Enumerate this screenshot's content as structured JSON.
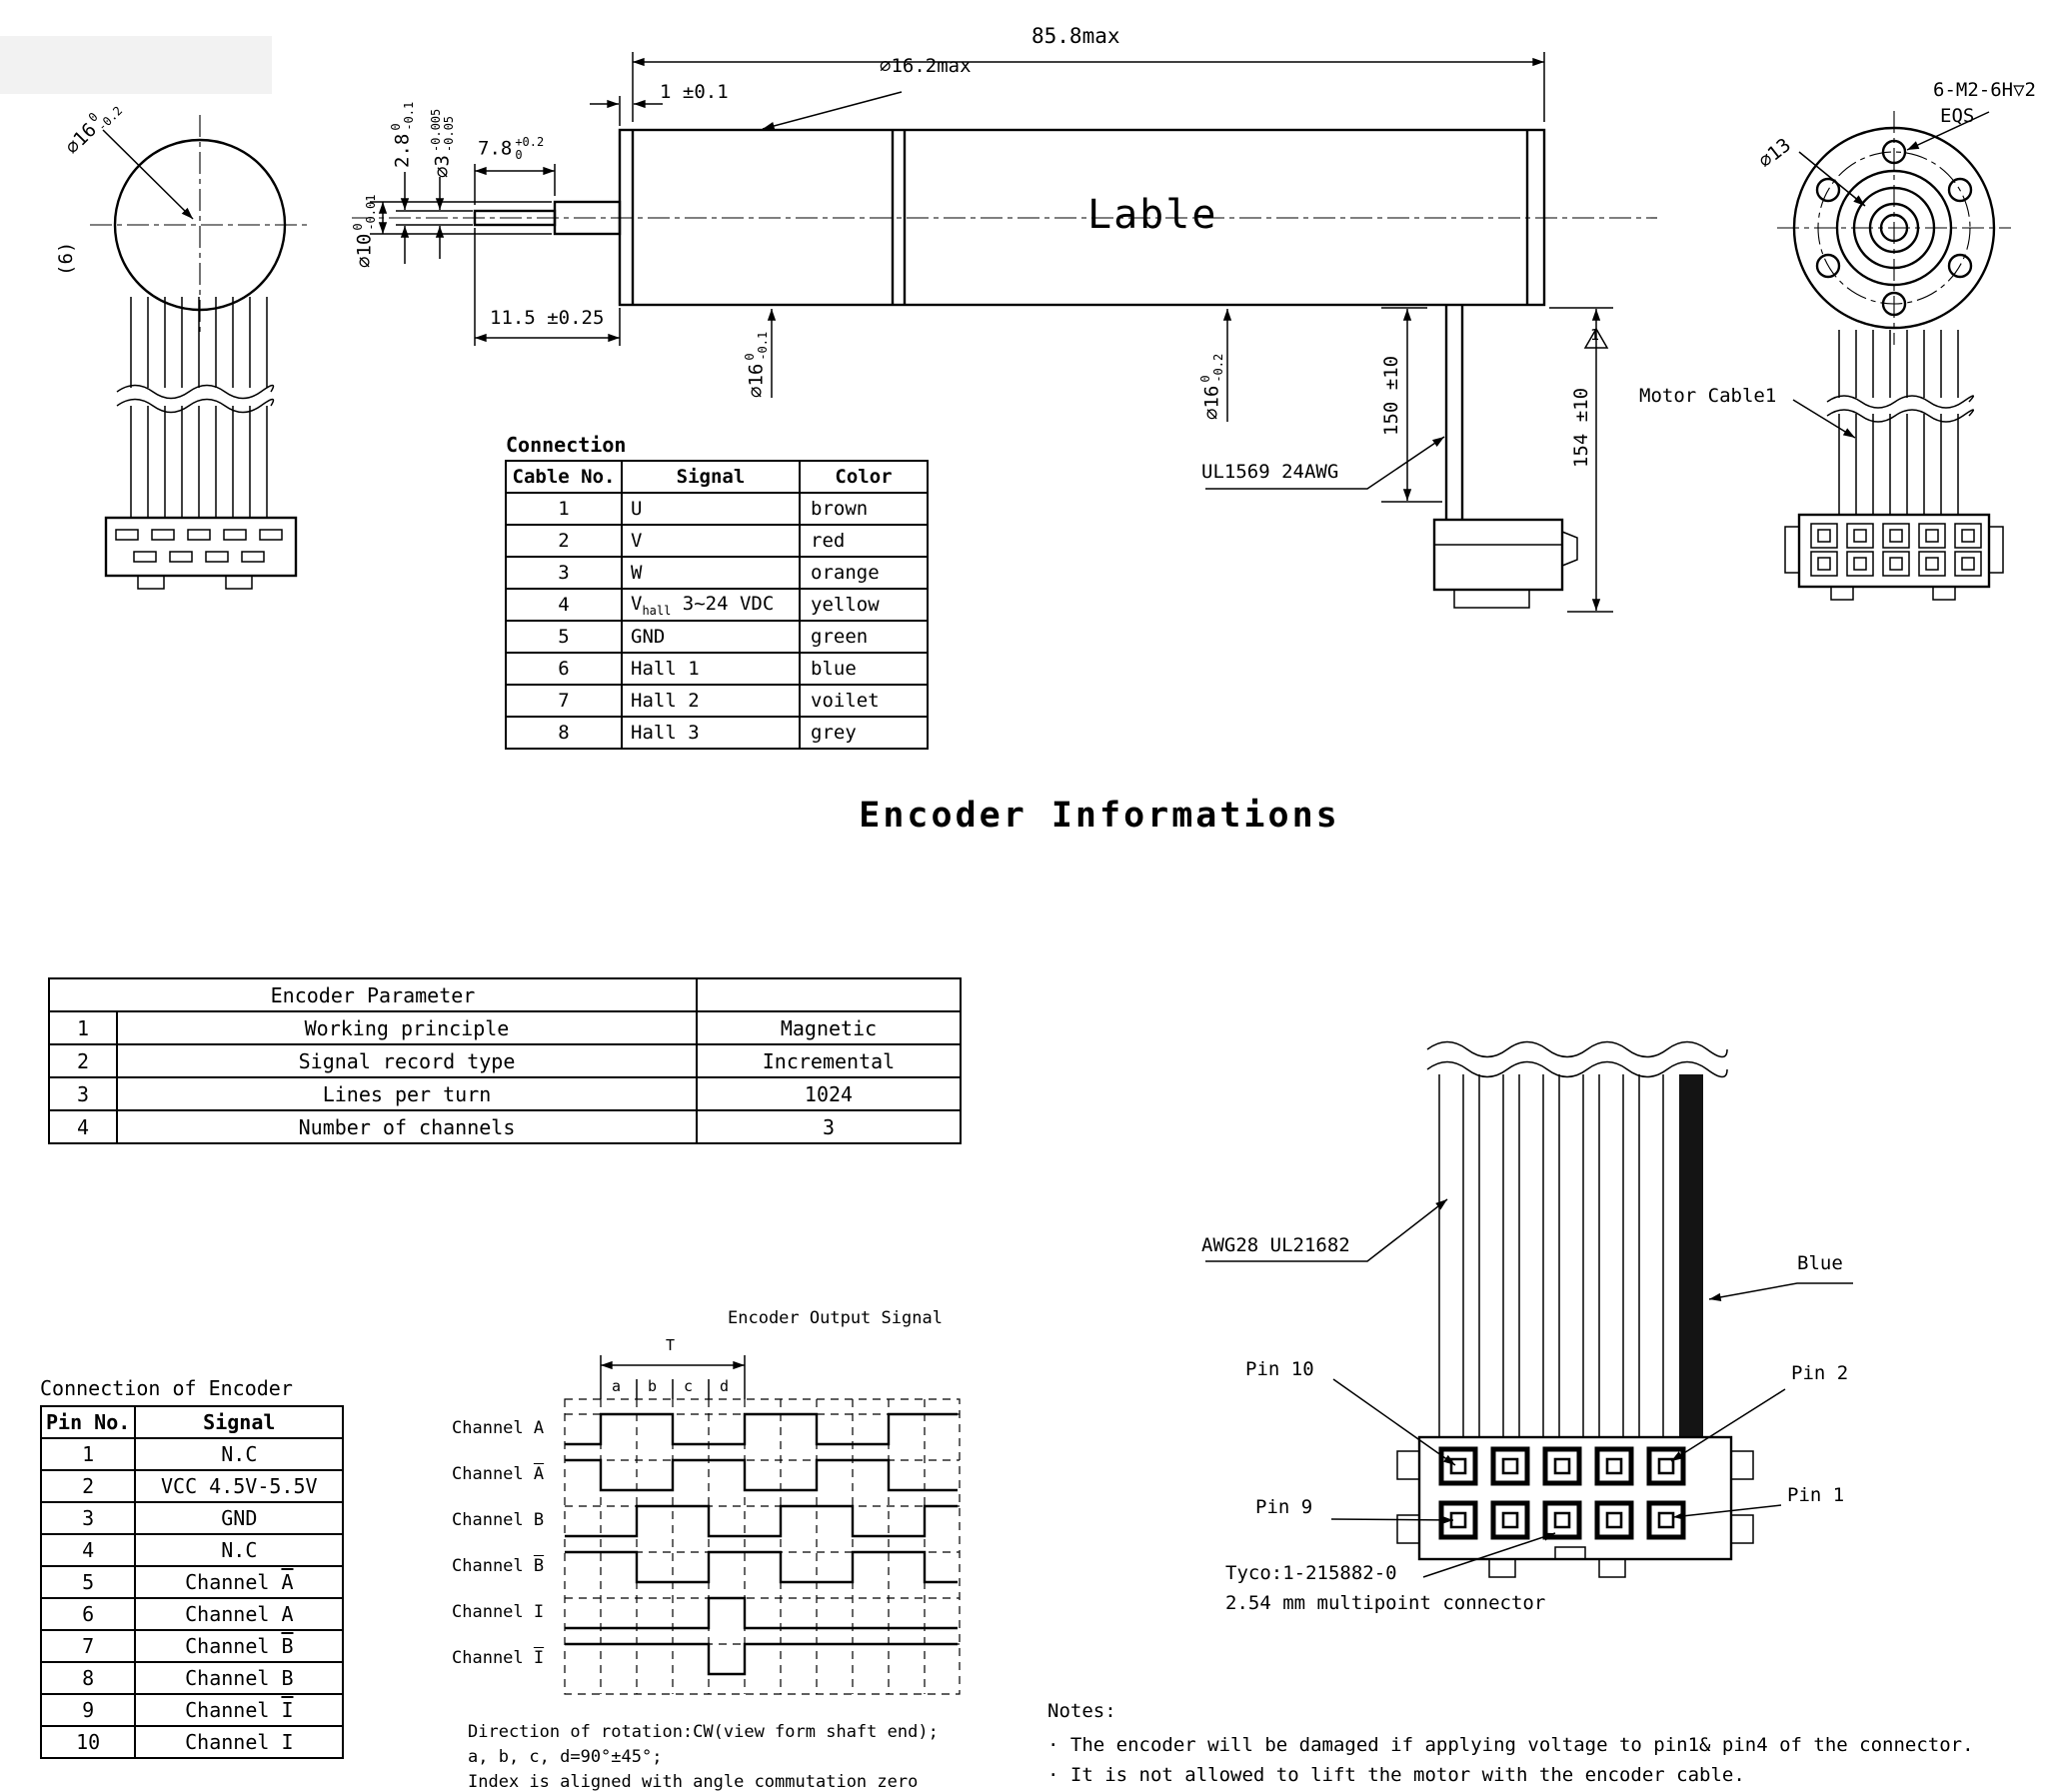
{
  "heading": "Encoder Informations",
  "drawing": {
    "front": {
      "d16": {
        "main": "∅16",
        "sup": "0",
        "sub": "-0.2"
      },
      "d6": "(6)"
    },
    "side": {
      "lable": "Lable",
      "d858": "85.8max",
      "d1": "1 ±0.1",
      "d162": "∅16.2max",
      "d78": {
        "main": "7.8",
        "sup": "+0.2",
        "sub": "0"
      },
      "d28": {
        "main": "2.8",
        "sup": "0",
        "sub": "-0.1"
      },
      "d3": {
        "main": "∅3",
        "sup": "-0.005",
        "sub": "-0.05"
      },
      "d10": {
        "main": "∅10",
        "sup": "0",
        "sub": "-0.01"
      },
      "d115": "11.5 ±0.25",
      "d16a": {
        "main": "∅16",
        "sup": "0",
        "sub": "-0.1"
      },
      "d16b": {
        "main": "∅16",
        "sup": "0",
        "sub": "-0.2"
      },
      "d150": "150 ±10",
      "d154": "154 ±10",
      "flag1": "1",
      "ul": "UL1569 24AWG"
    },
    "rear": {
      "d13": "∅13",
      "m2": "6-M2-6H▽2",
      "eqs": "EQS",
      "motor_cable": "Motor Cable1"
    }
  },
  "tables": {
    "connection": {
      "title": "Connection",
      "headers": [
        "Cable No.",
        "Signal",
        "Color"
      ],
      "rows": [
        [
          "1",
          "U",
          "brown"
        ],
        [
          "2",
          "V",
          "red"
        ],
        [
          "3",
          "W",
          "orange"
        ],
        [
          "4",
          {
            "t": "V",
            "sub": "hall",
            "after": " 3~24 VDC"
          },
          "yellow"
        ],
        [
          "5",
          "GND",
          "green"
        ],
        [
          "6",
          "Hall 1",
          "blue"
        ],
        [
          "7",
          "Hall 2",
          "voilet"
        ],
        [
          "8",
          "Hall 3",
          "grey"
        ]
      ]
    },
    "encoder_parameter": {
      "title": "Encoder Parameter",
      "rows": [
        [
          "1",
          "Working principle",
          "Magnetic"
        ],
        [
          "2",
          "Signal record type",
          "Incremental"
        ],
        [
          "3",
          "Lines per turn",
          "1024"
        ],
        [
          "4",
          "Number of channels",
          "3"
        ]
      ]
    },
    "encoder_pins": {
      "title": "Connection of Encoder",
      "headers": [
        "Pin No.",
        "Signal"
      ],
      "rows": [
        [
          "1",
          "N.C"
        ],
        [
          "2",
          "VCC 4.5V-5.5V"
        ],
        [
          "3",
          "GND"
        ],
        [
          "4",
          "N.C"
        ],
        [
          "5",
          {
            "t": "Channel ",
            "over": "A"
          }
        ],
        [
          "6",
          "Channel A"
        ],
        [
          "7",
          {
            "t": "Channel ",
            "over": "B"
          }
        ],
        [
          "8",
          "Channel B"
        ],
        [
          "9",
          {
            "t": "Channel ",
            "over": "I"
          }
        ],
        [
          "10",
          "Channel I"
        ]
      ]
    }
  },
  "waveform": {
    "title": "Encoder Output Signal",
    "t_label": "T",
    "quarters": [
      "a",
      "b",
      "c",
      "d"
    ],
    "channels": [
      {
        "t": "Channel A",
        "over": ""
      },
      {
        "t": "Channel ",
        "over": "A"
      },
      {
        "t": "Channel B",
        "over": ""
      },
      {
        "t": "Channel ",
        "over": "B"
      },
      {
        "t": "Channel I",
        "over": ""
      },
      {
        "t": "Channel ",
        "over": "I"
      }
    ],
    "notes": [
      "Direction of rotation:CW(view form shaft end);",
      "a, b, c, d=90°±45°;",
      "Index is aligned with angle commutation zero"
    ]
  },
  "connector": {
    "awg": "AWG28 UL21682",
    "blue": "Blue",
    "pin10": "Pin 10",
    "pin2": "Pin 2",
    "pin9": "Pin 9",
    "pin1": "Pin 1",
    "tyco": "Tyco:1-215882-0",
    "pitch": "2.54 mm multipoint connector"
  },
  "notes": {
    "title": "Notes:",
    "items": [
      "· The encoder will be damaged if applying voltage to pin1& pin4 of the connector.",
      "· It is not allowed to lift the motor with the encoder cable."
    ]
  }
}
